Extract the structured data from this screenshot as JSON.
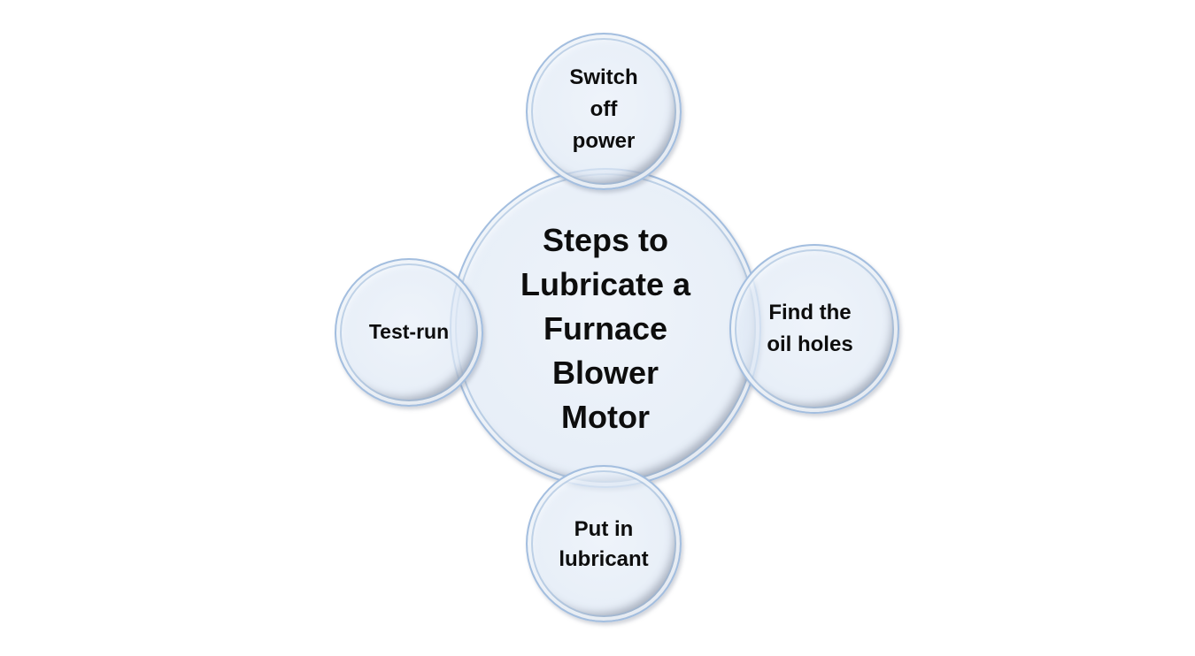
{
  "diagram": {
    "type": "radial-cycle",
    "center": {
      "label": "Steps to\nLubricate a\nFurnace\nBlower\nMotor"
    },
    "steps": [
      {
        "position": "top",
        "label": "Switch\noff\npower"
      },
      {
        "position": "right",
        "label": "Find the\noil holes"
      },
      {
        "position": "bottom",
        "label": "Put in\nlubricant"
      },
      {
        "position": "left",
        "label": "Test-run"
      }
    ],
    "colors": {
      "bubble_fill": "#e2eaf5",
      "bubble_border": "#a0bcde",
      "text": "#0d0d0d",
      "background": "#ffffff"
    }
  }
}
